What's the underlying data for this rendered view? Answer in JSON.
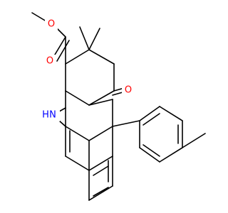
{
  "molecule": {
    "colors": {
      "oxygen": "#ff0000",
      "nitrogen": "#0000ff",
      "bond": "#000000"
    },
    "labels": {
      "ester_oxygen": "O",
      "carbonyl_oxygen_ester": "O",
      "ketone_oxygen": "O",
      "amine": "N",
      "amine_hydrogen": "H"
    }
  }
}
